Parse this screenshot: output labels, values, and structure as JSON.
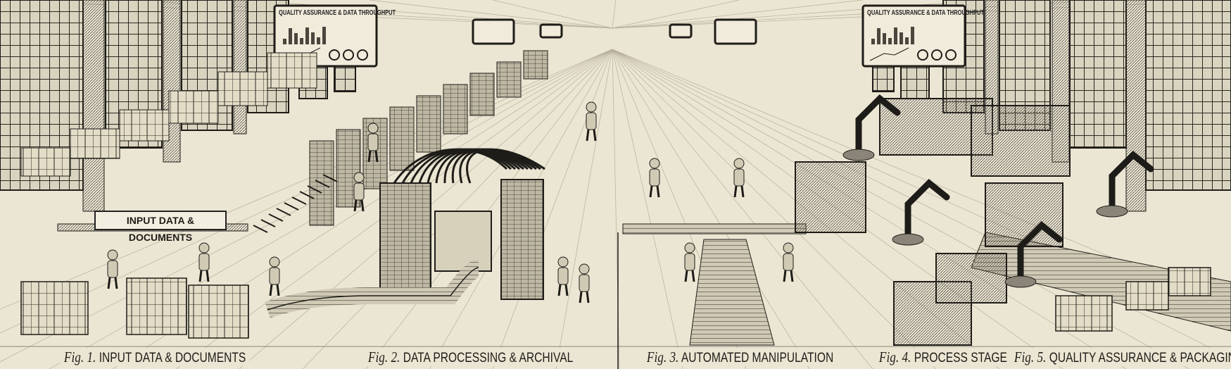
{
  "scene": {
    "palette": {
      "paper": "#ebe6d3",
      "ink": "#1e1c18",
      "mid": "#8a8578",
      "light": "#cfc9b5"
    },
    "sign": "INPUT DATA & DOCUMENTS",
    "boards": [
      {
        "title": "QUALITY ASSURANCE & DATA THROUGHPUT"
      },
      {
        "title": "QUALITY ASSURANCE & DATA THROUGHPUT"
      }
    ],
    "captions": [
      {
        "prefix": "Fig. 1.",
        "label": "INPUT DATA & DOCUMENTS"
      },
      {
        "prefix": "Fig. 2.",
        "label": "DATA PROCESSING & ARCHIVAL"
      },
      {
        "prefix": "Fig. 3.",
        "label": "AUTOMATED MANIPULATION"
      },
      {
        "prefix": "Fig. 4.",
        "label": "PROCESS STAGE"
      },
      {
        "prefix": "Fig. 5.",
        "label": "QUALITY ASSURANCE & PACKAGING"
      }
    ]
  }
}
